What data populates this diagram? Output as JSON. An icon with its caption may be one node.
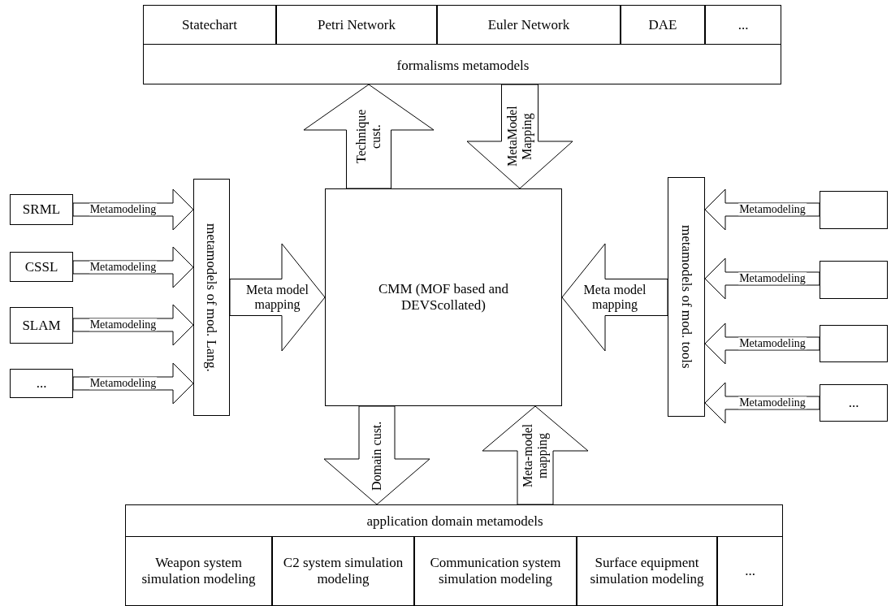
{
  "diagram": {
    "nodes": [
      {
        "text": [
          "formalisms metamodels"
        ]
      },
      {
        "text": [
          "Statechart"
        ],
        "in": 0
      },
      {
        "text": [
          "Petri Network"
        ],
        "in": 0
      },
      {
        "text": [
          "Euler Network"
        ],
        "in": 0
      },
      {
        "text": [
          "DAE"
        ],
        "in": 0
      },
      {
        "text": [
          "..."
        ],
        "in": 0
      },
      {
        "text": [
          "CMM (MOF based and DEVScollated)"
        ]
      },
      {
        "text": [
          "metamodels of mod. Lang."
        ]
      },
      {
        "text": [
          "SRML"
        ]
      },
      {
        "text": [
          "CSSL"
        ]
      },
      {
        "text": [
          "SLAM"
        ]
      },
      {
        "text": [
          "..."
        ]
      },
      {
        "text": [
          "metamodels of mod. tools"
        ]
      },
      {
        "text": [],
        "shape": "box"
      },
      {
        "text": [],
        "shape": "box"
      },
      {
        "text": [],
        "shape": "box"
      },
      {
        "text": [
          "..."
        ]
      },
      {
        "text": [
          "application domain metamodels"
        ]
      },
      {
        "text": [
          "Weapon system simulation modeling"
        ],
        "in": 17
      },
      {
        "text": [
          "C2 system simulation modeling"
        ],
        "in": 17
      },
      {
        "text": [
          "Communication system simulation modeling"
        ],
        "in": 17
      },
      {
        "text": [
          "Surface equipment simulation modeling"
        ],
        "in": 17
      },
      {
        "text": [
          "..."
        ],
        "in": 17
      }
    ],
    "edges": [
      {
        "from": 6,
        "to": 0,
        "arrow": "to",
        "label": "Technique cust."
      },
      {
        "from": 0,
        "to": 6,
        "arrow": "to",
        "label": "MetaModel Mapping"
      },
      {
        "from": 8,
        "to": 7,
        "arrow": "to",
        "label": "Metamodeling"
      },
      {
        "from": 9,
        "to": 7,
        "arrow": "to",
        "label": "Metamodeling"
      },
      {
        "from": 10,
        "to": 7,
        "arrow": "to",
        "label": "Metamodeling"
      },
      {
        "from": 11,
        "to": 7,
        "arrow": "to",
        "label": "Metamodeling"
      },
      {
        "from": 7,
        "to": 6,
        "arrow": "to",
        "label": "Meta model mapping"
      },
      {
        "from": 13,
        "to": 12,
        "arrow": "to",
        "label": "Metamodeling"
      },
      {
        "from": 14,
        "to": 12,
        "arrow": "to",
        "label": "Metamodeling"
      },
      {
        "from": 15,
        "to": 12,
        "arrow": "to",
        "label": "Metamodeling"
      },
      {
        "from": 16,
        "to": 12,
        "arrow": "to",
        "label": "Metamodeling"
      },
      {
        "from": 12,
        "to": 6,
        "arrow": "to",
        "label": "Meta model mapping"
      },
      {
        "from": 6,
        "to": 17,
        "arrow": "to",
        "label": "Domain cust."
      },
      {
        "from": 17,
        "to": 6,
        "arrow": "to",
        "label": "Meta-model mapping"
      }
    ]
  }
}
